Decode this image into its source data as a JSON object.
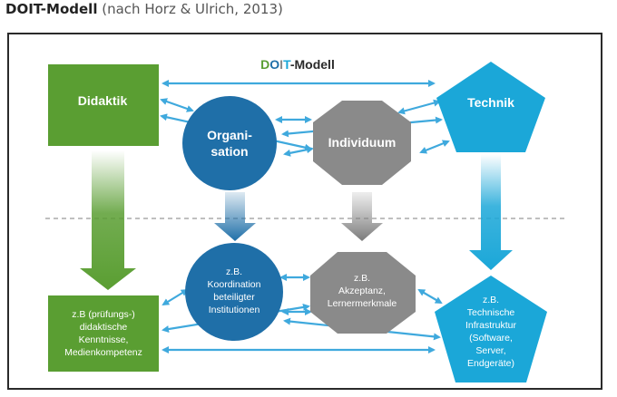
{
  "heading": {
    "title": "DOIT-Modell",
    "subtitle": "(nach Horz & Ulrich, 2013)"
  },
  "diagram": {
    "title_parts": [
      {
        "text": "D",
        "color": "#5a9e32"
      },
      {
        "text": "O",
        "color": "#1f6fa8"
      },
      {
        "text": "I",
        "color": "#8a8a8a"
      },
      {
        "text": "T",
        "color": "#1ba7d8"
      },
      {
        "text": "-Modell",
        "color": "#2a2a2a"
      }
    ],
    "top": {
      "didaktik": "Didaktik",
      "organisation": [
        "Organi-",
        "sation"
      ],
      "individuum": "Individuum",
      "technik": "Technik"
    },
    "bottom": {
      "didaktik": [
        "z.B (prüfungs-)",
        "didaktische",
        "Kenntnisse,",
        "Medienkompetenz"
      ],
      "organisation": [
        "z.B.",
        "Koordination",
        "beteiligter",
        "Institutionen"
      ],
      "individuum": [
        "z.B.",
        "Akzeptanz,",
        "Lernermerkmale"
      ],
      "technik": [
        "z.B.",
        "Technische",
        "Infrastruktur",
        "(Software,",
        "Server,",
        "Endgeräte)"
      ]
    },
    "colors": {
      "didaktik": "#5a9e32",
      "organisation": "#1f6fa8",
      "individuum": "#8a8a8a",
      "technik": "#1ba7d8",
      "connector": "#3fa9dd",
      "divider": "#999999",
      "frame": "#2a2a2a"
    }
  }
}
